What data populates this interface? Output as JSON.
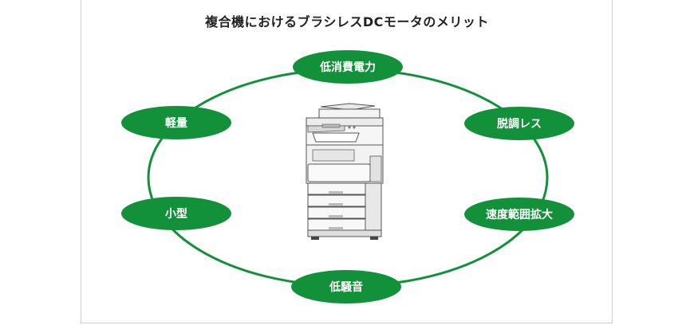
{
  "title": "複合機におけるブラシレスDCモータのメリット",
  "colors": {
    "accent": "#13913a",
    "ring": "#13913a",
    "label_text": "#ffffff",
    "title_text": "#222222",
    "frame": "#cfcfcf"
  },
  "center_image": "multifunction-printer",
  "merits": [
    {
      "id": "low-power",
      "label": "低消費電力"
    },
    {
      "id": "no-adjustment",
      "label": "脱調レス"
    },
    {
      "id": "wide-speed-range",
      "label": "速度範囲拡大"
    },
    {
      "id": "low-noise",
      "label": "低騒音"
    },
    {
      "id": "compact",
      "label": "小型"
    },
    {
      "id": "lightweight",
      "label": "軽量"
    }
  ]
}
